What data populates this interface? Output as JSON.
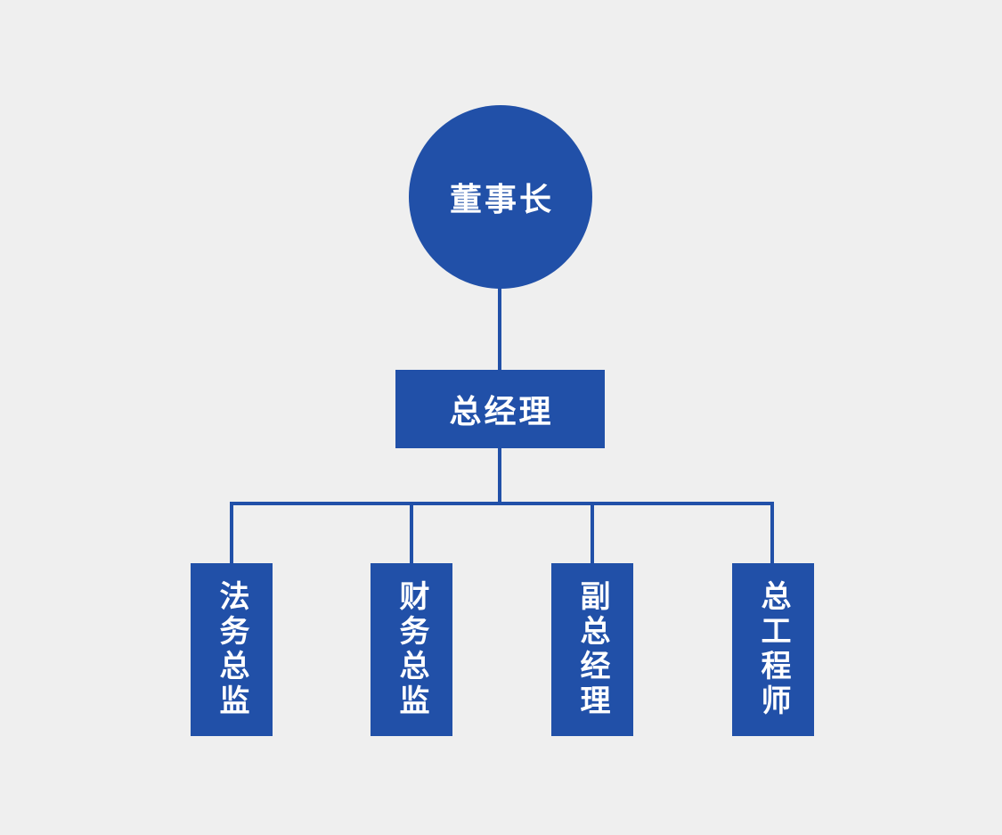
{
  "diagram": {
    "type": "org-chart",
    "colors": {
      "background": "#efefef",
      "node_fill": "#2150a8",
      "connector": "#2150a8",
      "label_text": "#ffffff"
    },
    "nodes": {
      "chairman": {
        "label": "董事长",
        "shape": "circle",
        "level": 1
      },
      "general_manager": {
        "label": "总经理",
        "shape": "rectangle",
        "level": 2
      },
      "subordinates": [
        {
          "label": "法务总监",
          "shape": "rectangle-vertical",
          "level": 3
        },
        {
          "label": "财务总监",
          "shape": "rectangle-vertical",
          "level": 3
        },
        {
          "label": "副总经理",
          "shape": "rectangle-vertical",
          "level": 3
        },
        {
          "label": "总工程师",
          "shape": "rectangle-vertical",
          "level": 3
        }
      ]
    },
    "edges": [
      {
        "from": "chairman",
        "to": "general_manager"
      },
      {
        "from": "general_manager",
        "to": "法务总监"
      },
      {
        "from": "general_manager",
        "to": "财务总监"
      },
      {
        "from": "general_manager",
        "to": "副总经理"
      },
      {
        "from": "general_manager",
        "to": "总工程师"
      }
    ]
  }
}
